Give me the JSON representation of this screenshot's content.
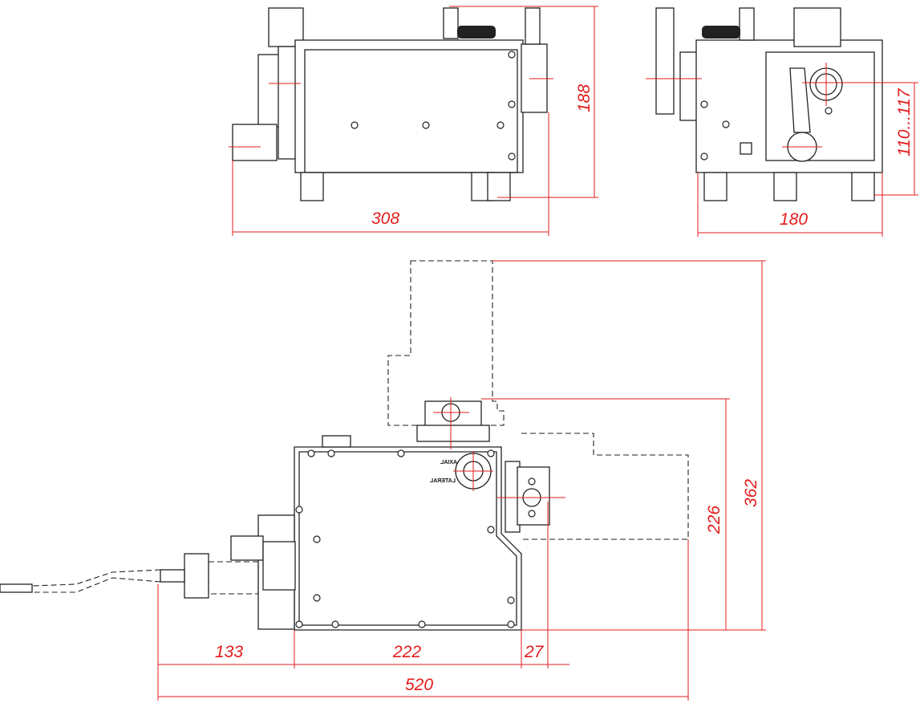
{
  "dimensions": {
    "side_width": "308",
    "side_height": "188",
    "front_width": "180",
    "front_height_range": "110...117",
    "top_depth_total": "362",
    "top_depth_body": "226",
    "top_left_offset": "133",
    "top_body_width": "222",
    "top_right_offset": "27",
    "top_total_width": "520"
  },
  "labels": {
    "axial": "AXIAL",
    "lateral": "LATERAL"
  },
  "colors": {
    "dimension": "#e41b1b",
    "outline": "#222222"
  }
}
